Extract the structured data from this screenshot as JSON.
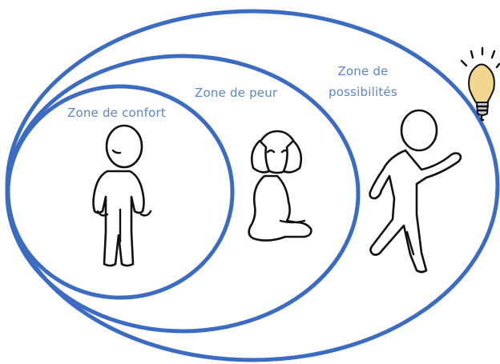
{
  "zones": {
    "comfort": {
      "label": "Zone de confort"
    },
    "fear": {
      "label": "Zone de peur"
    },
    "possibilities": {
      "label_line1": "Zone de",
      "label_line2": "possibilités"
    }
  },
  "colors": {
    "ring": "#3c6cc2",
    "label": "#5b86c9",
    "figure_stroke": "#111111",
    "bulb": "#f4d78e"
  },
  "icons": [
    "standing-person-icon",
    "scared-kneeling-person-icon",
    "walking-person-icon",
    "lightbulb-icon"
  ]
}
